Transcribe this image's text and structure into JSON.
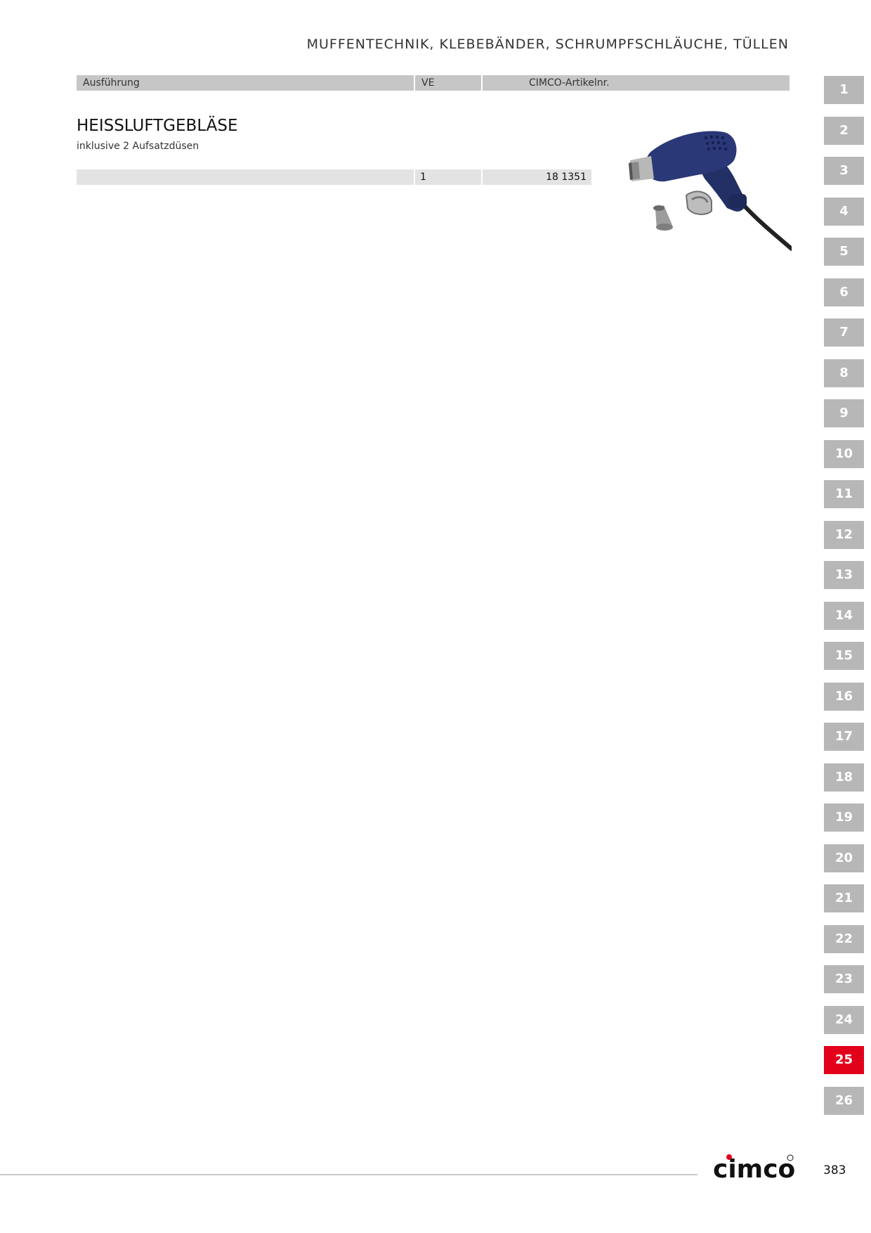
{
  "header": {
    "section_title": "MUFFENTECHNIK, KLEBEBÄNDER, SCHRUMPFSCHLÄUCHE, TÜLLEN"
  },
  "table_header": {
    "ausfuehrung": "Ausführung",
    "ve": "VE",
    "artikelnr": "CIMCO-Artikelnr."
  },
  "product": {
    "title": "HEISSLUFTGEBLÄSE",
    "subtitle": "inklusive 2 Aufsatzdüsen",
    "rows": [
      {
        "ausfuehrung": "",
        "ve": "1",
        "artikelnr": "18 1351"
      }
    ],
    "image_icon": "heat-gun-with-nozzles",
    "image_color": "#27356e"
  },
  "tabs": {
    "items": [
      "1",
      "2",
      "3",
      "4",
      "5",
      "6",
      "7",
      "8",
      "9",
      "10",
      "11",
      "12",
      "13",
      "14",
      "15",
      "16",
      "17",
      "18",
      "19",
      "20",
      "21",
      "22",
      "23",
      "24",
      "25",
      "26"
    ],
    "active": "25",
    "color": "#b7b7b7",
    "active_color": "#e3001b"
  },
  "footer": {
    "logo_text": "cimco",
    "page_number": "383"
  }
}
